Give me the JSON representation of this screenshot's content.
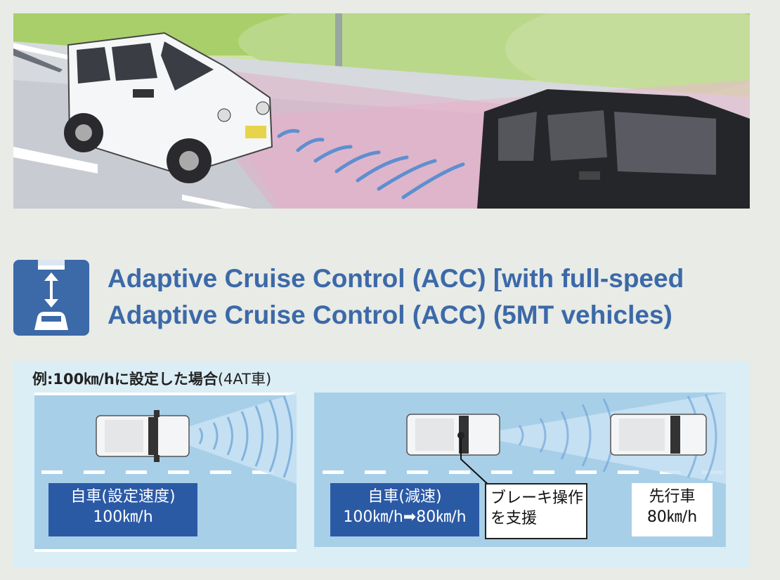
{
  "heading": {
    "line1": "Adaptive Cruise Control (ACC) [with full-speed",
    "line2": "Adaptive Cruise Control (ACC) (5MT vehicles)"
  },
  "badge": {
    "icon": "car-following-distance-icon",
    "color": "#3c69a8"
  },
  "example": {
    "caption_main": "例:100㎞/hに設定した場合",
    "caption_sub": "(4AT車)",
    "left_panel": {
      "label_title": "自車(設定速度)",
      "label_value": "100㎞/h"
    },
    "right_panel": {
      "own_title": "自車(減速)",
      "own_value_from": "100㎞/h",
      "own_value_to": "80㎞/h",
      "brake_line1": "ブレーキ操作",
      "brake_line2": "を支援",
      "lead_title": "先行車",
      "lead_value": "80㎞/h"
    }
  },
  "colors": {
    "heading_blue": "#3c69a8",
    "label_blue": "#2b5aa5",
    "road_blue": "#a8cfe8",
    "wave_blue": "#6a9fd6"
  }
}
